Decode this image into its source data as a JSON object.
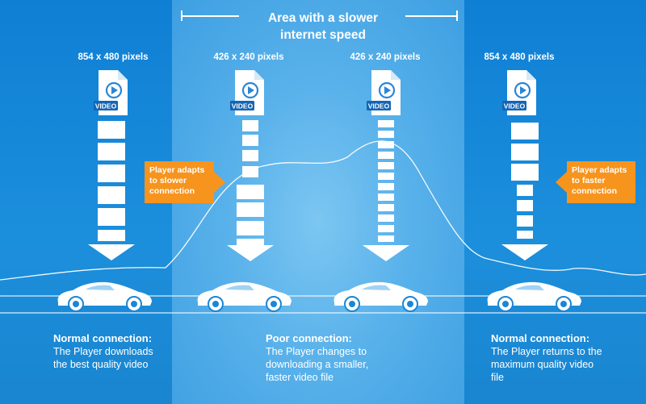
{
  "header": {
    "slow_area_line1": "Area with a slower",
    "slow_area_line2": "internet speed"
  },
  "columns": [
    {
      "resolution": "854 x 480 pixels",
      "file_badge": "VIDEO"
    },
    {
      "resolution": "426 x 240 pixels",
      "file_badge": "VIDEO"
    },
    {
      "resolution": "426 x 240 pixels",
      "file_badge": "VIDEO"
    },
    {
      "resolution": "854 x 480 pixels",
      "file_badge": "VIDEO"
    }
  ],
  "callouts": {
    "slower": "Player adapts to slower connection",
    "faster": "Player adapts to faster connection"
  },
  "captions": [
    {
      "title": "Normal connection:",
      "body": "The Player downloads the best quality video"
    },
    {
      "title": "Poor connection:",
      "body": "The Player changes to downloading a smaller, faster video file"
    },
    {
      "title": "Normal connection:",
      "body": "The Player returns to the maximum quality video file"
    }
  ],
  "colors": {
    "accent_orange": "#f7941d",
    "file_badge": "#1565b5",
    "background_blue": "#1a86d6"
  },
  "icons": [
    "video-file-icon",
    "car-icon",
    "arrow-down-icon",
    "play-icon"
  ]
}
